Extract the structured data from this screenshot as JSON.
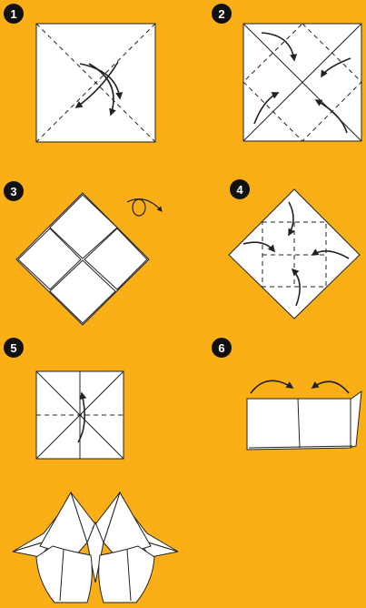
{
  "steps": [
    {
      "number": "1"
    },
    {
      "number": "2"
    },
    {
      "number": "3"
    },
    {
      "number": "4"
    },
    {
      "number": "5"
    },
    {
      "number": "6"
    }
  ],
  "colors": {
    "background": "#FBAF17",
    "paper": "#FFFFFF",
    "line": "#222222",
    "badge": "#111111"
  }
}
